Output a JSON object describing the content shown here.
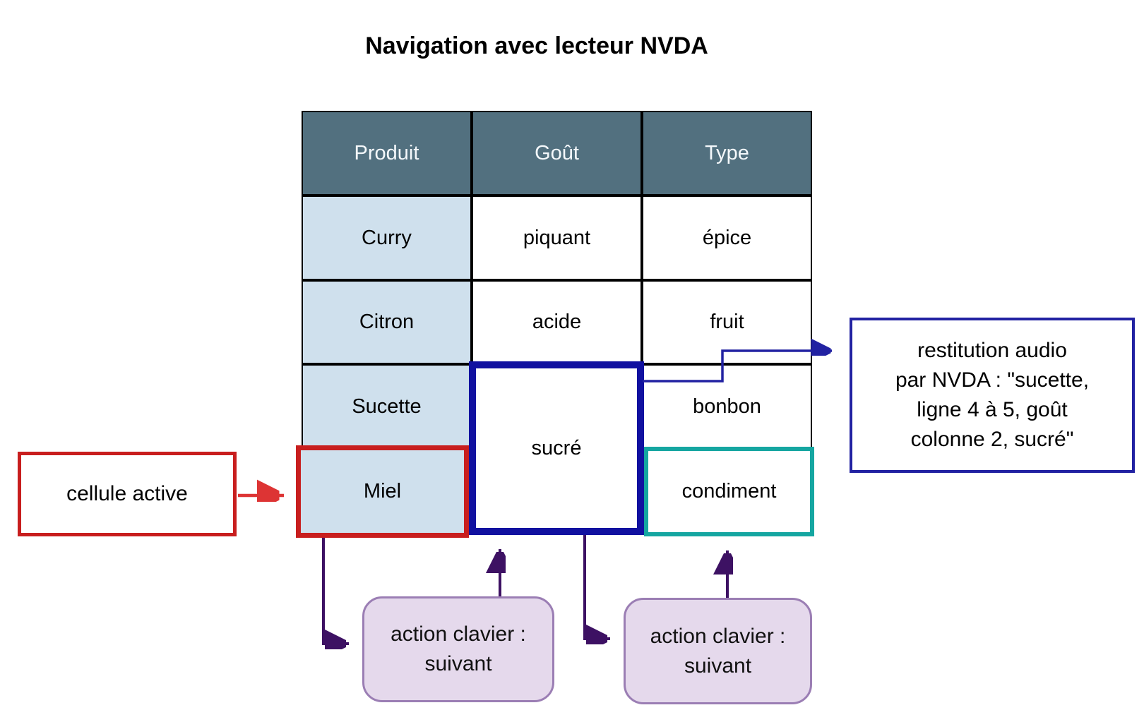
{
  "title": "Navigation avec lecteur NVDA",
  "table": {
    "headers": [
      "Produit",
      "Goût",
      "Type"
    ],
    "cells": {
      "curry": "Curry",
      "piquant": "piquant",
      "epice": "épice",
      "citron": "Citron",
      "acide": "acide",
      "fruit": "fruit",
      "sucette": "Sucette",
      "bonbon": "bonbon",
      "miel": "Miel",
      "condiment": "condiment",
      "sucre_merged": "sucré"
    }
  },
  "callouts": {
    "active_cell": "cellule active",
    "audio": {
      "line1": "restitution audio",
      "line2": "par NVDA : \"sucette,",
      "line3": "ligne 4 à 5, goût",
      "line4": "colonne 2, sucré\""
    },
    "keyboard_actions": [
      {
        "line1": "action clavier :",
        "line2": "suivant"
      },
      {
        "line1": "action clavier :",
        "line2": "suivant"
      }
    ]
  },
  "colors": {
    "header_bg": "#52707f",
    "first_column_bg": "#cfe0ed",
    "grid_line": "#000000",
    "active_cell_border": "#c81e1e",
    "red_arrow": "#dd3434",
    "merged_cell_border": "#1111a0",
    "audio_box_border": "#2222a2",
    "condiment_border": "#15a6a1",
    "purple_arrow": "#3d1163",
    "action_box_bg": "#e5d9ec",
    "action_box_border": "#9b7eb4"
  }
}
